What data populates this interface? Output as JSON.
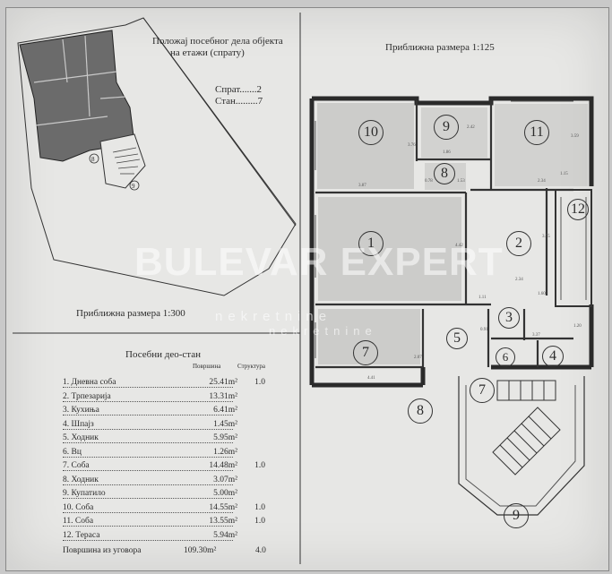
{
  "header": {
    "position_title_line1": "Положај посебног дела објекта",
    "position_title_line2": "на етажи (спрату)",
    "floor_label": "Спрат.......2",
    "apartment_label": "Стан.........7",
    "scale_plan": "Приближна размера 1:125",
    "scale_site": "Приближна размера 1:300"
  },
  "table": {
    "title": "Посебни део-стан",
    "col_area": "Површина",
    "col_structure": "Структура",
    "rows": [
      {
        "name": "1. Дневна соба",
        "area": "25.41m²",
        "structure": "1.0"
      },
      {
        "name": "2. Трпезарија",
        "area": "13.31m²",
        "structure": ""
      },
      {
        "name": "3. Кухиња",
        "area": "6.41m²",
        "structure": ""
      },
      {
        "name": "4. Шпајз",
        "area": "1.45m²",
        "structure": ""
      },
      {
        "name": "5. Ходник",
        "area": "5.95m²",
        "structure": ""
      },
      {
        "name": "6. Вц",
        "area": "1.26m²",
        "structure": ""
      },
      {
        "name": "7. Соба",
        "area": "14.48m²",
        "structure": "1.0"
      },
      {
        "name": "8. Ходник",
        "area": "3.07m²",
        "structure": ""
      },
      {
        "name": "9. Купатило",
        "area": "5.00m²",
        "structure": ""
      },
      {
        "name": "10. Соба",
        "area": "14.55m²",
        "structure": "1.0"
      },
      {
        "name": "11. Соба",
        "area": "13.55m²",
        "structure": "1.0"
      },
      {
        "name": "12. Тераса",
        "area": "5.94m²",
        "structure": ""
      }
    ],
    "total_label": "Површина из уговора",
    "total_area": "109.30m²",
    "total_structure": "4.0"
  },
  "site_markers": {
    "m8": "8",
    "m9": "9"
  },
  "rooms": {
    "r1": "1",
    "r2": "2",
    "r3": "3",
    "r4": "4",
    "r5": "5",
    "r6": "6",
    "r7": "7",
    "r8": "8",
    "r9": "9",
    "r10": "10",
    "r11": "11",
    "r12": "12"
  },
  "stair_markers": {
    "s7": "7",
    "s8": "8",
    "s9": "9"
  },
  "dimensions": {
    "d1": "3.87",
    "d2": "3.76",
    "d3": "1.86",
    "d4": "2.42",
    "d5": "0.78",
    "d6": "1.53",
    "d7": "3.59",
    "d8": "2.34",
    "d9": "1.15",
    "d10": "4.42",
    "d11": "3.75",
    "d12": "2.34",
    "d13": "3.37",
    "d14": "2.07",
    "d15": "4.41",
    "d16": "1.11",
    "d17": "0.91",
    "d18": "1.60",
    "d19": "1.20"
  },
  "watermark": {
    "brand": "BULEVAR EXPERT",
    "sub1": "nekretnine",
    "sub2": "nekretnine"
  }
}
